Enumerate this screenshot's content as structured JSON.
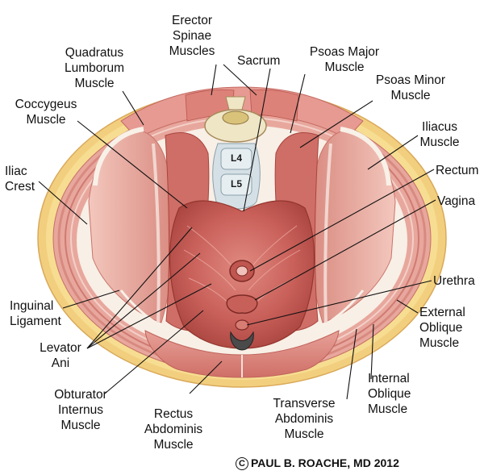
{
  "labels": {
    "erector_spinae": "Erector\nSpinae\nMuscles",
    "quadratus_lumborum": "Quadratus\nLumborum\nMuscle",
    "sacrum": "Sacrum",
    "psoas_major": "Psoas Major\nMuscle",
    "psoas_minor": "Psoas Minor\nMuscle",
    "coccygeus": "Coccygeus\nMuscle",
    "iliacus": "Iliacus\nMuscle",
    "iliac_crest": "Iliac\nCrest",
    "rectum": "Rectum",
    "vagina": "Vagina",
    "urethra": "Urethra",
    "inguinal_ligament": "Inguinal\nLigament",
    "external_oblique": "External\nOblique\nMuscle",
    "levator_ani": "Levator\nAni",
    "internal_oblique": "Internal\nOblique\nMuscle",
    "obturator_internus": "Obturator\nInternus\nMuscle",
    "rectus_abdominis": "Rectus\nAbdominis\nMuscle",
    "transverse_abdominis": "Transverse\nAbdominis\nMuscle"
  },
  "vertebrae": {
    "l4": "L4",
    "l5": "L5"
  },
  "copyright": {
    "symbol": "C",
    "text": "PAUL B. ROACHE, MD 2012"
  },
  "colors": {
    "skin": "#f2cf7e",
    "fat": "#f6dc8c",
    "muscle": "#d6706a",
    "muscle_dark": "#b24a45",
    "muscle_light": "#e9a49a",
    "bone": "#efe7c9",
    "cavity": "#f7eee6",
    "leader": "#111111"
  }
}
